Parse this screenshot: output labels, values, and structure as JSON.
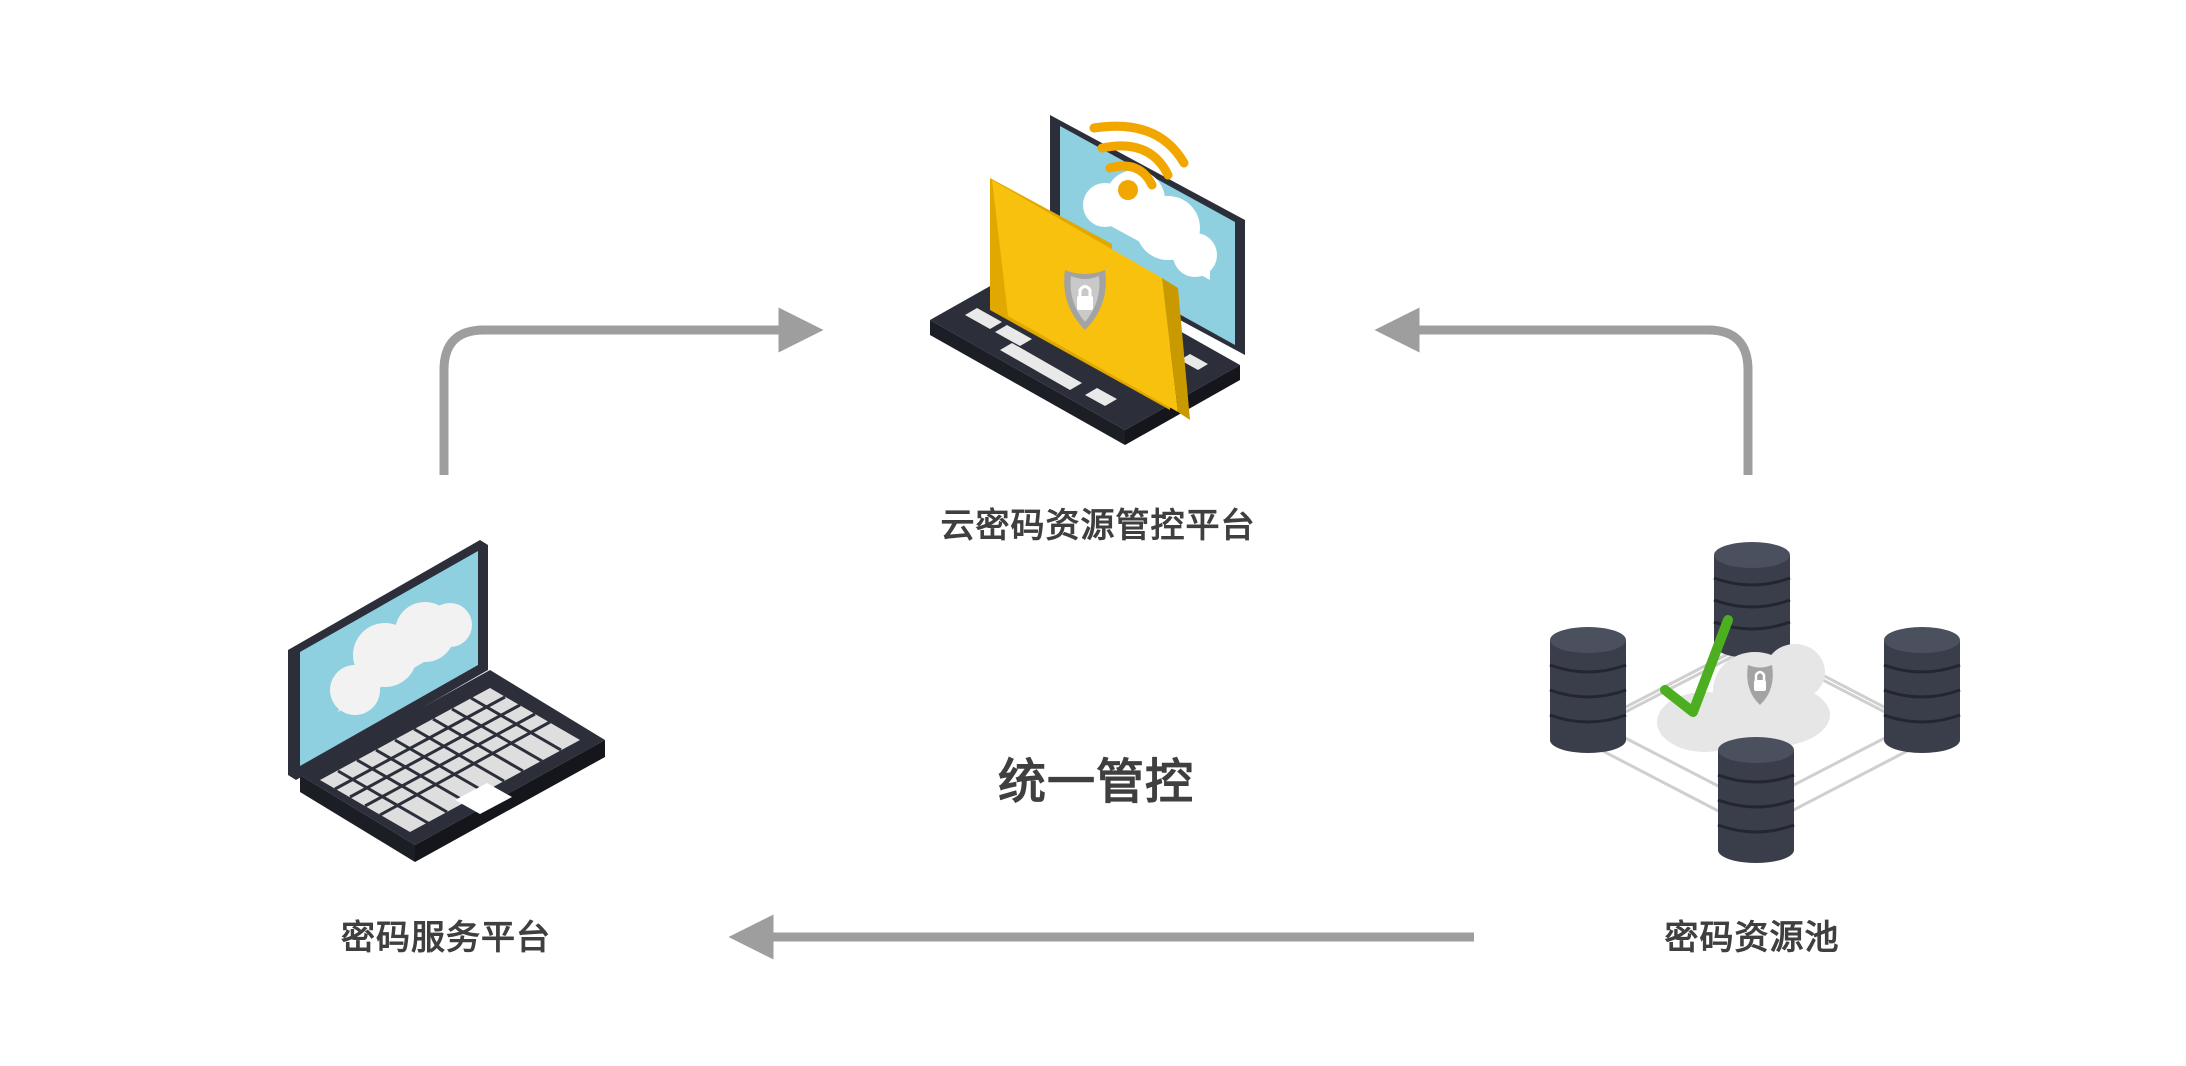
{
  "diagram": {
    "nodes": [
      {
        "id": "cloud_platform",
        "label": "云密码资源管控平台",
        "icon": "laptop-folder-shield-icon"
      },
      {
        "id": "service_platform",
        "label": "密码服务平台",
        "icon": "laptop-cloud-icon"
      },
      {
        "id": "resource_pool",
        "label": "密码资源池",
        "icon": "database-cluster-cloud-icon"
      }
    ],
    "center_label": "统一管控",
    "edges": [
      {
        "from": "service_platform",
        "to": "cloud_platform"
      },
      {
        "from": "resource_pool",
        "to": "cloud_platform"
      },
      {
        "from": "resource_pool",
        "to": "service_platform"
      }
    ],
    "colors": {
      "arrow": "#9e9e9e",
      "label": "#3f3f3f",
      "device_dark": "#2c2f3a",
      "screen": "#8ecfe0",
      "folder": "#f7c10d",
      "wifi": "#f2a700",
      "check": "#4caf1f"
    }
  }
}
